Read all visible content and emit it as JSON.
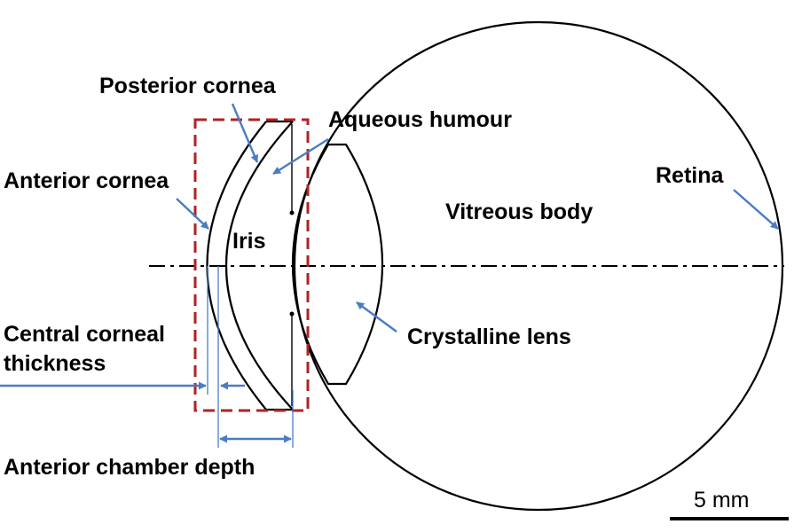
{
  "labels": {
    "posterior_cornea": "Posterior cornea",
    "aqueous_humour": "Aqueous humour",
    "anterior_cornea": "Anterior cornea",
    "retina": "Retina",
    "vitreous_body": "Vitreous body",
    "iris": "Iris",
    "central_corneal_line1": "Central corneal",
    "central_corneal_line2": "thickness",
    "crystalline_lens": "Crystalline lens",
    "anterior_chamber_depth": "Anterior chamber depth",
    "scale_bar": "5 mm"
  },
  "colors": {
    "outline": "#000000",
    "annotation": "#4a7cc4",
    "highlight_box": "#b22222"
  }
}
